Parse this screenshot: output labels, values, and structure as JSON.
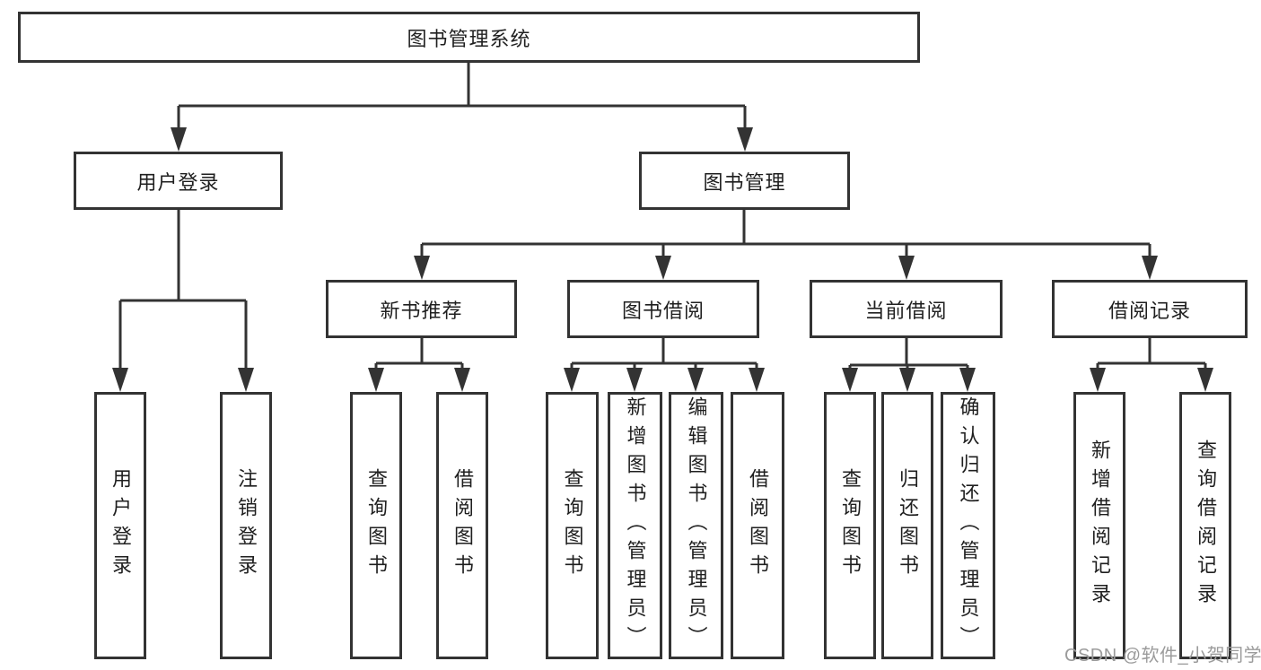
{
  "diagram": {
    "title": "图书管理系统",
    "colors": {
      "line": "#333333",
      "box_border": "#333333",
      "text": "#1f1f1f",
      "background": "#ffffff",
      "watermark": "#9b9b9b"
    },
    "nodes": {
      "root": {
        "label": "图书管理系统"
      },
      "user_login_group": {
        "label": "用户登录"
      },
      "book_mgmt": {
        "label": "图书管理"
      },
      "user_login": {
        "label": "用户登录"
      },
      "logout": {
        "label": "注销登录"
      },
      "new_book_rec": {
        "label": "新书推荐"
      },
      "book_borrow": {
        "label": "图书借阅"
      },
      "current_borrow": {
        "label": "当前借阅"
      },
      "borrow_records": {
        "label": "借阅记录"
      },
      "query_books_rec": {
        "label": "查询图书"
      },
      "borrow_books_rec": {
        "label": "借阅图书"
      },
      "query_books_borrow": {
        "label": "查询图书"
      },
      "add_book_admin": {
        "label": "新增图书（管理员）"
      },
      "edit_book_admin": {
        "label": "编辑图书（管理员）"
      },
      "borrow_books_borrow": {
        "label": "借阅图书"
      },
      "query_books_current": {
        "label": "查询图书"
      },
      "return_books": {
        "label": "归还图书"
      },
      "confirm_return_admin": {
        "label": "确认归还（管理员）"
      },
      "add_borrow_record": {
        "label": "新增借阅记录"
      },
      "query_borrow_record": {
        "label": "查询借阅记录"
      }
    },
    "edges": [
      [
        "root",
        "user_login_group"
      ],
      [
        "root",
        "book_mgmt"
      ],
      [
        "user_login_group",
        "user_login"
      ],
      [
        "user_login_group",
        "logout"
      ],
      [
        "book_mgmt",
        "new_book_rec"
      ],
      [
        "book_mgmt",
        "book_borrow"
      ],
      [
        "book_mgmt",
        "current_borrow"
      ],
      [
        "book_mgmt",
        "borrow_records"
      ],
      [
        "new_book_rec",
        "query_books_rec"
      ],
      [
        "new_book_rec",
        "borrow_books_rec"
      ],
      [
        "book_borrow",
        "query_books_borrow"
      ],
      [
        "book_borrow",
        "add_book_admin"
      ],
      [
        "book_borrow",
        "edit_book_admin"
      ],
      [
        "book_borrow",
        "borrow_books_borrow"
      ],
      [
        "current_borrow",
        "query_books_current"
      ],
      [
        "current_borrow",
        "return_books"
      ],
      [
        "current_borrow",
        "confirm_return_admin"
      ],
      [
        "borrow_records",
        "add_borrow_record"
      ],
      [
        "borrow_records",
        "query_borrow_record"
      ]
    ],
    "watermark": "CSDN @软件_小贺同学"
  }
}
